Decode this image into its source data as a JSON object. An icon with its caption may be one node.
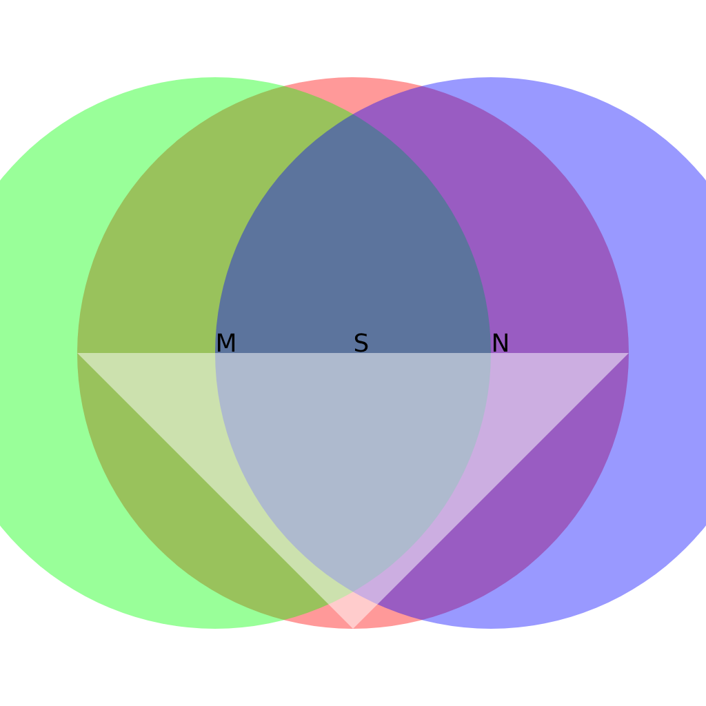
{
  "diagram": {
    "labels": [
      "M",
      "S",
      "N"
    ]
  }
}
